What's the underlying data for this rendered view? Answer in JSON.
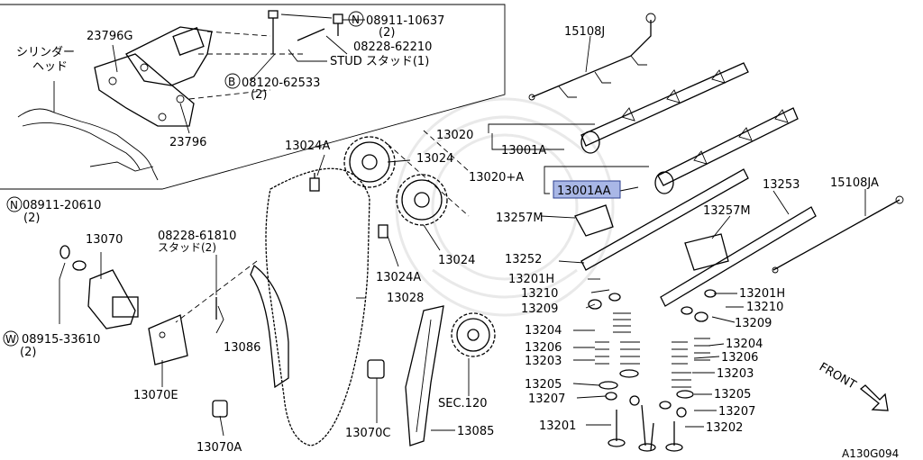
{
  "diagram_id": "A130G094",
  "highlighted_part": "13001AA",
  "labels": {
    "cyl_head_1": "シリンダー",
    "cyl_head_2": "ヘッド",
    "p23796G": "23796G",
    "p23796": "23796",
    "n08911_10637": "08911-10637",
    "n08911_10637_qty": "(2)",
    "p08228_62210": "08228-62210",
    "stud1": "STUD スタッド(1)",
    "b08120_62533": "08120-62533",
    "b08120_62533_qty": "(2)",
    "p15108J": "15108J",
    "p13024A_top": "13024A",
    "p13024_top": "13024",
    "p13020": "13020",
    "p13001A": "13001A",
    "p13020A": "13020+A",
    "p13001AA": "13001AA",
    "p13024_bot": "13024",
    "p13024A_bot": "13024A",
    "p13257M_left": "13257M",
    "p13257M_right": "13257M",
    "p13253": "13253",
    "p15108JA": "15108JA",
    "n08911_20610": "08911-20610",
    "n08911_20610_qty": "(2)",
    "p13070": "13070",
    "p08228_61810": "08228-61810",
    "stud2": "スタッド(2)",
    "p13028": "13028",
    "p13252": "13252",
    "p13201H_left": "13201H",
    "p13201H_right": "13201H",
    "p13210_left": "13210",
    "p13210_right": "13210",
    "p13209_left": "13209",
    "p13209_right": "13209",
    "w08915_33610": "08915-33610",
    "w08915_33610_qty": "(2)",
    "p13086": "13086",
    "p13204_left": "13204",
    "p13204_right": "13204",
    "p13206_left": "13206",
    "p13206_right": "13206",
    "p13203_left": "13203",
    "p13203_right": "13203",
    "p13070E": "13070E",
    "p13205_left": "13205",
    "p13205_right": "13205",
    "p13207_left": "13207",
    "p13207_right": "13207",
    "front": "FRONT",
    "sec120": "SEC.120",
    "p13201": "13201",
    "p13202": "13202",
    "p13070C": "13070C",
    "p13085": "13085",
    "p13070A": "13070A",
    "sym_N": "N",
    "sym_B": "B",
    "sym_W": "W"
  }
}
